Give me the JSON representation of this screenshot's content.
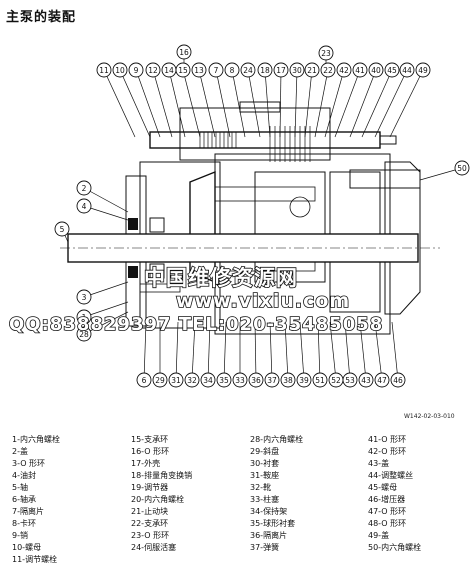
{
  "title": "主泵的装配",
  "drawing": {
    "callouts_top": [
      "11",
      "10",
      "9",
      "12",
      "14",
      "15",
      "13",
      "7",
      "8",
      "24",
      "18",
      "17",
      "30",
      "21",
      "22",
      "42",
      "41",
      "40",
      "45",
      "44",
      "49"
    ],
    "callouts_top_raised": [
      "16",
      "23"
    ],
    "callouts_left": [
      "2",
      "4",
      "5",
      "3",
      "1",
      "28"
    ],
    "callout_right": "50",
    "callouts_bottom": [
      "6",
      "29",
      "31",
      "32",
      "34",
      "35",
      "33",
      "36",
      "37",
      "38",
      "39",
      "51",
      "52",
      "53",
      "43",
      "47",
      "46"
    ],
    "reference_code": "W142-02-03-010"
  },
  "watermark": {
    "line1": "中国维修资源网",
    "line2": "www.vixiu.com",
    "line3": "QQ:838829397 TEL:020-35485058"
  },
  "legend": {
    "col1": [
      "1-内六角螺栓",
      "2-盖",
      "3-O 形环",
      "4-油封",
      "5-轴",
      "6-轴承",
      "7-隔离片",
      "8-卡环",
      "9-销",
      "10-螺母",
      "11-调节螺栓"
    ],
    "col2": [
      "15-支承环",
      "16-O 形环",
      "17-外壳",
      "18-排量角变换销",
      "19-调节器",
      "20-内六角螺栓",
      "21-止动块",
      "22-支承环",
      "23-O 形环",
      "24-伺服活塞"
    ],
    "col3": [
      "28-内六角螺栓",
      "29-斜盘",
      "30-衬套",
      "31-鞍座",
      "32-靴",
      "33-柱塞",
      "34-保持架",
      "35-球形衬套",
      "36-隔离片",
      "37-弹簧"
    ],
    "col4": [
      "41-O 形环",
      "42-O 形环",
      "43-盖",
      "44-调整螺丝",
      "45-螺母",
      "46-增压器",
      "47-O 形环",
      "48-O 形环",
      "49-盖",
      "50-内六角螺栓"
    ]
  }
}
